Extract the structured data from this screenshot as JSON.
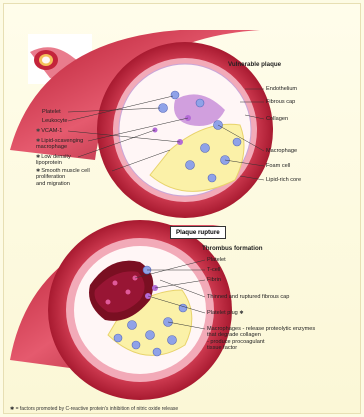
{
  "top_panel": {
    "title": "Vulnerable plaque",
    "labels_right": [
      "Endothelium",
      "Fibrous cap",
      "Collagen",
      "Macrophage",
      "Foam cell",
      "Lipid-rich core"
    ],
    "labels_left": [
      "Platelet",
      "Leukocyte",
      "VCAM-1",
      "Lipid-scavenging\nmacrophage",
      "Low density\nlipoprotein",
      "Smooth muscle cell\nproliferation\nand migration"
    ],
    "starred_left": [
      false,
      false,
      true,
      true,
      true,
      true
    ]
  },
  "rupture_box": "Plaque rupture",
  "bottom_panel": {
    "title": "Thrombus formation",
    "labels": [
      "Platelet",
      "T-cell",
      "Fibrin",
      "Thinned and ruptured fibrous cap",
      "Platelet plug",
      "Macrophages - release proteolytic enzymes\nthat degrade collagen\n- produce procoagulant\ntissue factor"
    ],
    "starred": [
      false,
      false,
      false,
      false,
      true,
      false
    ]
  },
  "star_glyph": "✱",
  "footnote": "✱ = factors promoted by C-reactive protein's inhibition of nitric oxide release",
  "colors": {
    "vessel_wall": "#c4243a",
    "intima": "#f2aab8",
    "lumen": "#fff6f6",
    "lipid_core": "#fbf1a8",
    "thrombus": "#7a0f22",
    "cell": "#8fa2e8",
    "platelet": "#b36bd6"
  }
}
